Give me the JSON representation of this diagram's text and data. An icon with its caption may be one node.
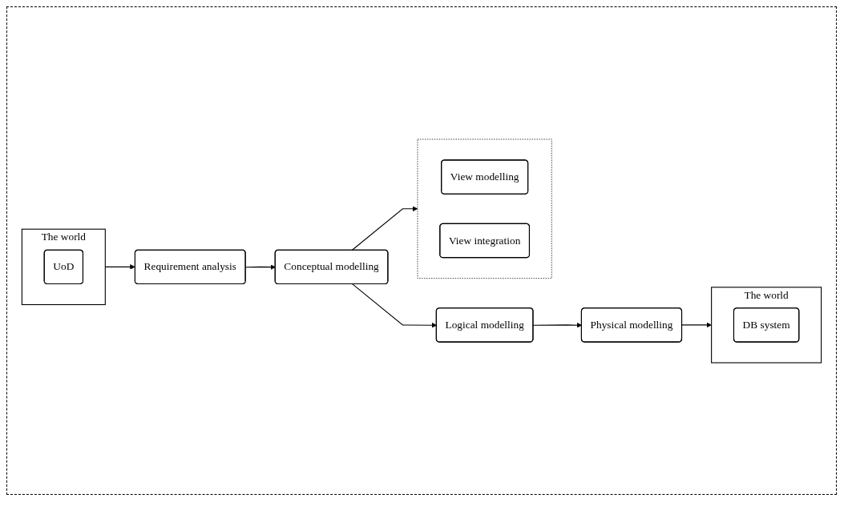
{
  "diagram": {
    "nodes": [
      {
        "text": [
          "The world"
        ]
      },
      {
        "text": [
          "UoD"
        ],
        "in": 0
      },
      {
        "text": [
          "Requirement analysis"
        ]
      },
      {
        "text": [
          "Conceptual modelling"
        ]
      },
      {
        "text": [
          "Logical modelling"
        ]
      },
      {
        "text": [
          "Physical modelling"
        ]
      },
      {
        "text": [],
        "shape": "box"
      },
      {
        "text": [
          "View modelling"
        ],
        "in": 6
      },
      {
        "text": [
          "View integration"
        ],
        "in": 6
      },
      {
        "text": [
          "The world"
        ]
      },
      {
        "text": [
          "DB system"
        ],
        "in": 9
      }
    ],
    "edges": [
      {
        "from": 0,
        "to": 2,
        "arrow": "to"
      },
      {
        "from": 2,
        "to": 3,
        "arrow": "to"
      },
      {
        "from": 3,
        "to": 4,
        "arrow": "to"
      },
      {
        "from": 4,
        "to": 5,
        "arrow": "to"
      },
      {
        "from": 3,
        "to": 6,
        "arrow": "to"
      },
      {
        "from": 5,
        "to": 9,
        "arrow": "to"
      }
    ]
  }
}
